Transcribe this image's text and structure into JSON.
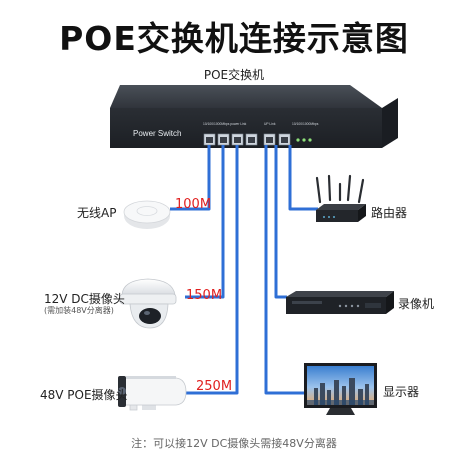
{
  "title": "POE交换机连接示意图",
  "switch": {
    "caption": "POE交换机",
    "brand": "Power Switch",
    "port_text_left": "10/100/1000Mbps power Link",
    "port_text_mid": "UP Link",
    "port_text_right": "10/100/1000Mbps"
  },
  "left_devices": [
    {
      "label": "无线AP",
      "sublabel": "",
      "distance": "100M"
    },
    {
      "label": "12V DC摄像头",
      "sublabel": "(需加装48V分离器)",
      "distance": "150M"
    },
    {
      "label": "48V POE摄像头",
      "sublabel": "",
      "distance": "250M"
    }
  ],
  "right_devices": [
    {
      "label": "路由器"
    },
    {
      "label": "录像机"
    },
    {
      "label": "显示器"
    }
  ],
  "footnote": "注：可以接12V DC摄像头需接48V分离器",
  "colors": {
    "cable": "#2f6fd6",
    "distance": "#e02020",
    "switch_body": "#2b2f36"
  }
}
